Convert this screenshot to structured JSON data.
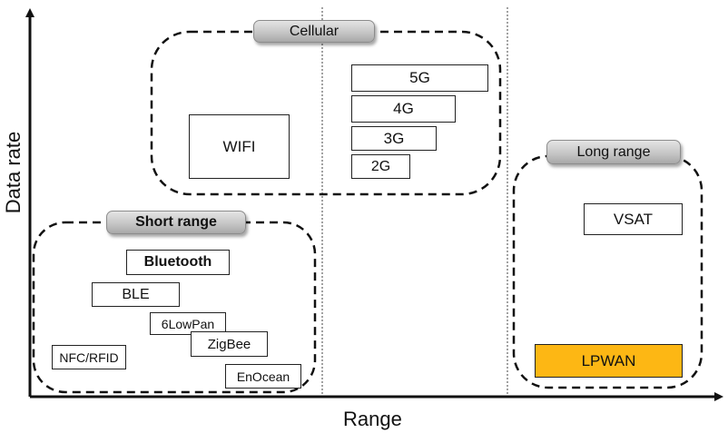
{
  "axes": {
    "x_label": "Range",
    "y_label": "Data rate"
  },
  "groups": {
    "cellular": "Cellular",
    "short_range": "Short range",
    "long_range": "Long range"
  },
  "technologies": {
    "wifi": "WIFI",
    "g5": "5G",
    "g4": "4G",
    "g3": "3G",
    "g2": "2G",
    "bluetooth": "Bluetooth",
    "ble": "BLE",
    "lowpan": "6LowPan",
    "zigbee": "ZigBee",
    "nfc": "NFC/RFID",
    "enocean": "EnOcean",
    "vsat": "VSAT",
    "lpwan": "LPWAN"
  },
  "colors": {
    "lpwan_fill": "#fdb714",
    "pill_fill": "#c6c6c6",
    "line": "#111111"
  }
}
